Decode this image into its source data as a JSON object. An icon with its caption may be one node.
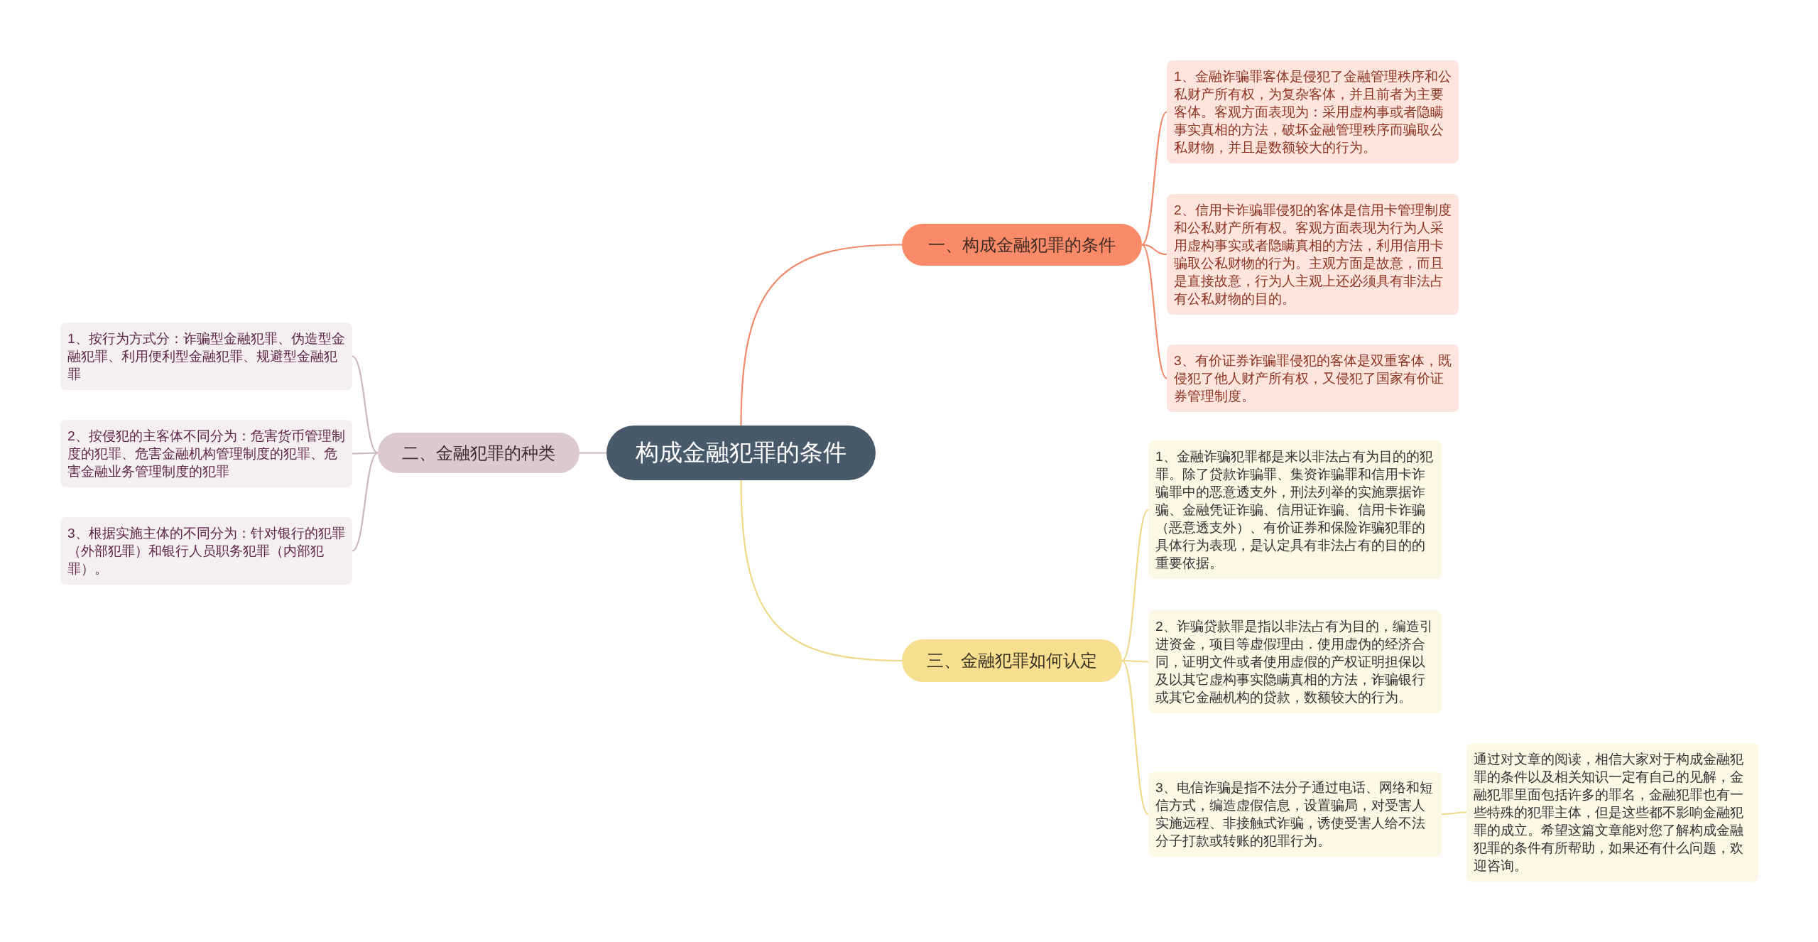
{
  "diagram": {
    "nodes": [
      {
        "text": [
          "构成金融犯罪的条件"
        ]
      },
      {
        "text": [
          "一、构成金融犯罪的条件"
        ]
      },
      {
        "text": [
          "1、金融诈骗罪客体是侵犯了金融管理秩序和公私财产所有权，为复杂客体，并且前者为主要客体。客观方面表现为：采用虚构事或者隐瞒事实真相的方法，破坏金融管理秩序而骗取公私财物，并且是数额较大的行为。"
        ]
      },
      {
        "text": [
          "2、信用卡诈骗罪侵犯的客体是信用卡管理制度和公私财产所有权。客观方面表现为行为人采用虚构事实或者隐瞒真相的方法，利用信用卡骗取公私财物的行为。主观方面是故意，而且是直接故意，行为人主观上还必须具有非法占有公私财物的目的。"
        ]
      },
      {
        "text": [
          "3、有价证券诈骗罪侵犯的客体是双重客体，既侵犯了他人财产所有权，又侵犯了国家有价证券管理制度。"
        ]
      },
      {
        "text": [
          "二、金融犯罪的种类"
        ]
      },
      {
        "text": [
          "1、按行为方式分：诈骗型金融犯罪、伪造型金融犯罪、利用便利型金融犯罪、规避型金融犯罪"
        ]
      },
      {
        "text": [
          "2、按侵犯的主客体不同分为：危害货币管理制度的犯罪、危害金融机构管理制度的犯罪、危害金融业务管理制度的犯罪"
        ]
      },
      {
        "text": [
          "3、根据实施主体的不同分为：针对银行的犯罪（外部犯罪）和银行人员职务犯罪（内部犯罪）。"
        ]
      },
      {
        "text": [
          "三、金融犯罪如何认定"
        ]
      },
      {
        "text": [
          "1、金融诈骗犯罪都是来以非法占有为目的的犯罪。除了贷款诈骗罪、集资诈骗罪和信用卡诈骗罪中的恶意透支外，刑法列举的实施票据诈骗、金融凭证诈骗、信用证诈骗、信用卡诈骗（恶意透支外）、有价证券和保险诈骗犯罪的具体行为表现，是认定具有非法占有的目的的重要依据。"
        ]
      },
      {
        "text": [
          "2、诈骗贷款罪是指以非法占有为目的，编造引进资金，项目等虚假理由．使用虚伪的经济合同，证明文件或者使用虚假的产权证明担保以及以其它虚构事实隐瞒真相的方法，诈骗银行或其它金融机构的贷款，数额较大的行为。"
        ]
      },
      {
        "text": [
          "3、电信诈骗是指不法分子通过电话、网络和短信方式，编造虚假信息，设置骗局，对受害人实施远程、非接触式诈骗，诱使受害人给不法分子打款或转账的犯罪行为。"
        ]
      },
      {
        "text": [
          "通过对文章的阅读，相信大家对于构成金融犯罪的条件以及相关知识一定有自己的见解，金融犯罪里面包括许多的罪名，金融犯罪也有一些特殊的犯罪主体，但是这些都不影响金融犯罪的成立。希望这篇文章能对您了解构成金融犯罪的条件有所帮助，如果还有什么问题，欢迎咨询。"
        ]
      }
    ],
    "edges": [
      {
        "from": 0,
        "to": 1,
        "arrow": "none",
        "color": "#ef8a6b"
      },
      {
        "from": 1,
        "to": 2,
        "arrow": "none",
        "color": "#ef8a6b"
      },
      {
        "from": 1,
        "to": 3,
        "arrow": "none",
        "color": "#ef8a6b"
      },
      {
        "from": 1,
        "to": 4,
        "arrow": "none",
        "color": "#ef8a6b"
      },
      {
        "from": 0,
        "to": 5,
        "arrow": "none",
        "color": "#cbb7c1"
      },
      {
        "from": 5,
        "to": 6,
        "arrow": "none",
        "color": "#cbb7c1"
      },
      {
        "from": 5,
        "to": 7,
        "arrow": "none",
        "color": "#cbb7c1"
      },
      {
        "from": 5,
        "to": 8,
        "arrow": "none",
        "color": "#cbb7c1"
      },
      {
        "from": 0,
        "to": 9,
        "arrow": "none",
        "color": "#f0d88a"
      },
      {
        "from": 9,
        "to": 10,
        "arrow": "none",
        "color": "#f0d88a"
      },
      {
        "from": 9,
        "to": 11,
        "arrow": "none",
        "color": "#f0d88a"
      },
      {
        "from": 9,
        "to": 12,
        "arrow": "none",
        "color": "#f0d88a"
      },
      {
        "from": 12,
        "to": 13,
        "arrow": "none",
        "color": "#f0d88a"
      }
    ]
  }
}
